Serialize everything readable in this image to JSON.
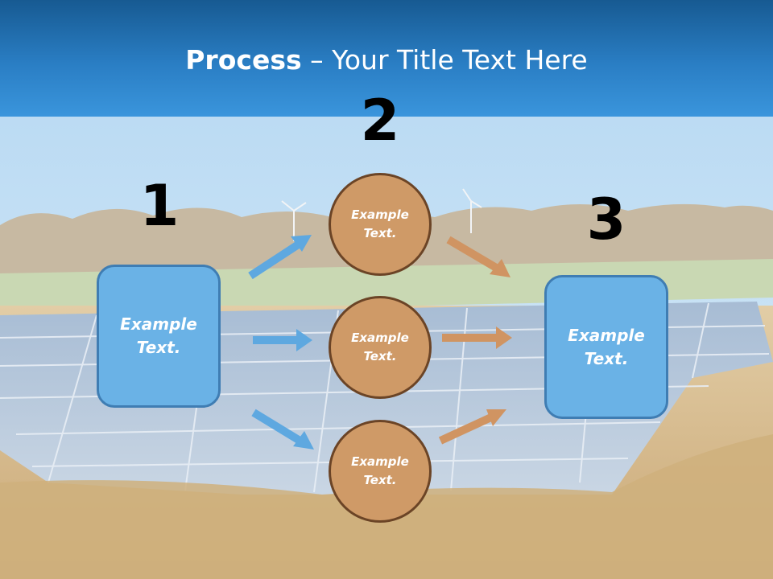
{
  "slide": {
    "title_bold": "Process",
    "title_rest": " – Your Title Text Here"
  },
  "steps": [
    {
      "number": "1"
    },
    {
      "number": "2"
    },
    {
      "number": "3"
    }
  ],
  "box_left": {
    "text": "Example\nText."
  },
  "box_right": {
    "text": "Example\nText."
  },
  "circles": [
    {
      "text": "Example\nText."
    },
    {
      "text": "Example\nText."
    },
    {
      "text": "Example\nText."
    }
  ],
  "colors": {
    "title_band": "#2a7ec4",
    "box_fill": "#6ab2e6",
    "box_border": "#3f7db3",
    "circle_fill": "#cf9a67",
    "circle_border": "#6b4426",
    "blue_arrow": "#5ea8e0",
    "orange_arrow": "#d09462"
  }
}
